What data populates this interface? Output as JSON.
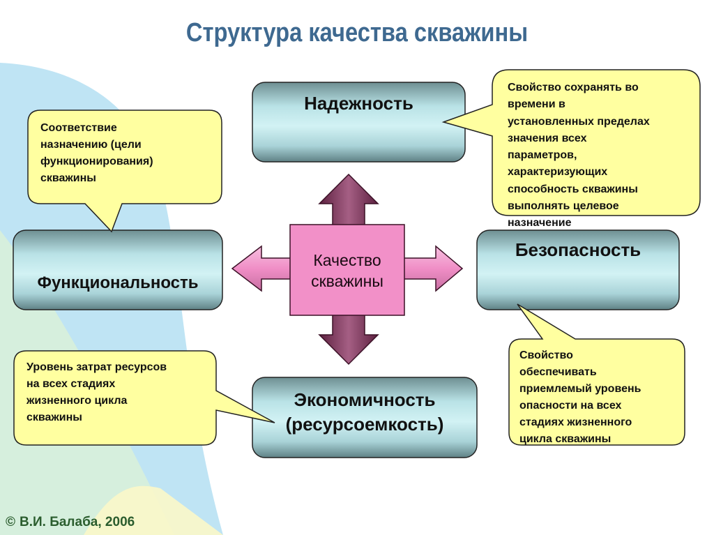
{
  "title": "Структура качества скважины",
  "center": {
    "lines": [
      "Качество",
      "скважины"
    ]
  },
  "boxes": {
    "reliability": "Надежность",
    "functionality": "Функциональность",
    "safety": "Безопасность",
    "economy": {
      "line1": "Экономичность",
      "line2": "(ресурсоемкость)"
    }
  },
  "bubbles": {
    "functionality_note": {
      "lines": [
        "Соответствие",
        "назначению (цели",
        "функционирования)",
        "скважины"
      ]
    },
    "reliability_note": {
      "lines": [
        "Свойство сохранять во",
        "времени в",
        "установленных пределах",
        "значения всех",
        "параметров,",
        "характеризующих",
        "способность скважины",
        "выполнять целевое",
        "назначение"
      ]
    },
    "economy_note": {
      "lines": [
        "Уровень затрат ресурсов",
        "на всех стадиях",
        "жизненного цикла",
        "скважины"
      ]
    },
    "safety_note": {
      "lines": [
        "Свойство",
        "обеспечивать",
        "приемлемый уровень",
        "опасности на всех",
        "стадиях жизненного",
        "цикла скважины"
      ]
    }
  },
  "footer": {
    "symbol": "©",
    "text": "В.И. Балаба, 2006"
  },
  "colors": {
    "title": "#3e6990",
    "bubble_fill": "#ffffa0",
    "center_fill": "#f290c8",
    "arrow_fill": "#8a3d63",
    "box_light": "#d2f2f4",
    "box_dark": "#6e8f92"
  }
}
